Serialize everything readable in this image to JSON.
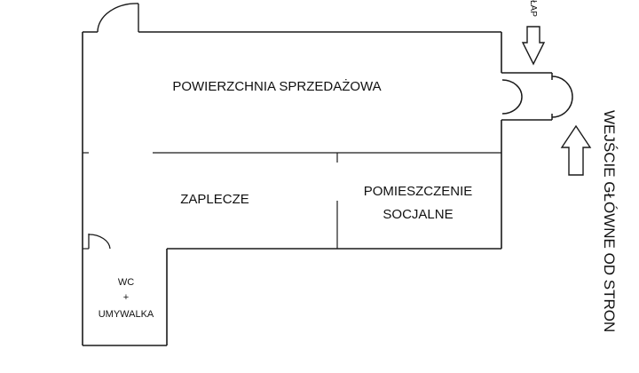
{
  "plan": {
    "sales_area": "POWIERZCHNIA SPRZEDAŻOWA",
    "backroom": "ZAPLECZE",
    "social_room": {
      "line1": "POMIESZCZENIE",
      "line2": "SOCJALNE"
    },
    "wc": {
      "line1": "WC",
      "line2": "+",
      "line3": "UMYWALKA"
    },
    "entrance_top_label": "ŁAP",
    "main_entrance_label": "WEJŚCIE GŁÓWNE OD STRON"
  },
  "colors": {
    "wall": "#1a1a1a",
    "background": "#ffffff"
  },
  "icons": [
    "door-swing-icon",
    "arrow-down-icon",
    "arrow-up-icon"
  ]
}
